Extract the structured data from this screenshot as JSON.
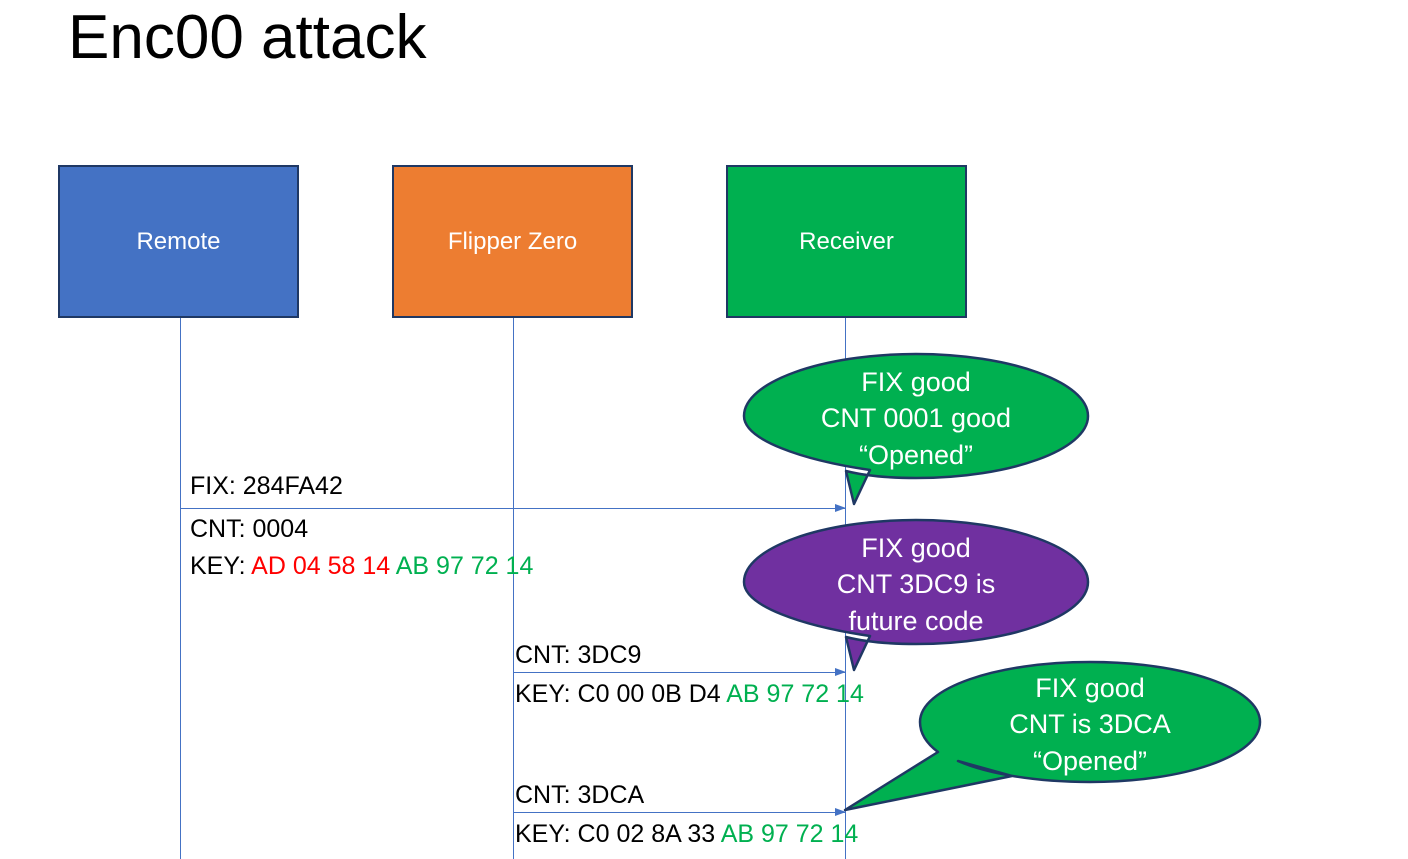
{
  "slide": {
    "title": "Enc00 attack",
    "background": "#ffffff"
  },
  "colors": {
    "remote_blue": "#4472C4",
    "flipper_orange": "#ED7D31",
    "receiver_green": "#00B050",
    "callout_purple": "#7030A0",
    "callout_green": "#00B050",
    "outline_navy": "#1F3864",
    "lifeline_blue": "#4472C4",
    "hex_red": "#FF0000",
    "hex_green": "#00B050",
    "text_black": "#000000"
  },
  "actors": [
    {
      "id": "remote",
      "label": "Remote"
    },
    {
      "id": "flipper",
      "label": "Flipper Zero"
    },
    {
      "id": "receiver",
      "label": "Receiver"
    }
  ],
  "messages": [
    {
      "id": "msg1",
      "from": "remote",
      "to": "receiver",
      "fix_line": "FIX: 284FA42",
      "cnt_line": "CNT: 0004",
      "key_prefix": "KEY: ",
      "key_red": "AD 04 58 14",
      "key_green": " AB 97 72 14"
    },
    {
      "id": "msg2",
      "from": "flipper",
      "to": "receiver",
      "cnt_line": "CNT: 3DC9",
      "key_prefix": "KEY: C0 00 0B D4",
      "key_green": " AB 97 72 14"
    },
    {
      "id": "msg3",
      "from": "flipper",
      "to": "receiver",
      "cnt_line": "CNT: 3DCA",
      "key_prefix": "KEY: C0 02 8A 33",
      "key_green": " AB 97 72 14"
    }
  ],
  "callouts": [
    {
      "id": "callout-1",
      "color": "#00B050",
      "line1": "FIX good",
      "line2": "CNT 0001 good",
      "line3": "“Opened”"
    },
    {
      "id": "callout-2",
      "color": "#7030A0",
      "line1": "FIX good",
      "line2": "CNT 3DC9 is",
      "line3": "future code"
    },
    {
      "id": "callout-3",
      "color": "#00B050",
      "line1": "FIX good",
      "line2": "CNT is 3DCA",
      "line3": "“Opened”"
    }
  ]
}
